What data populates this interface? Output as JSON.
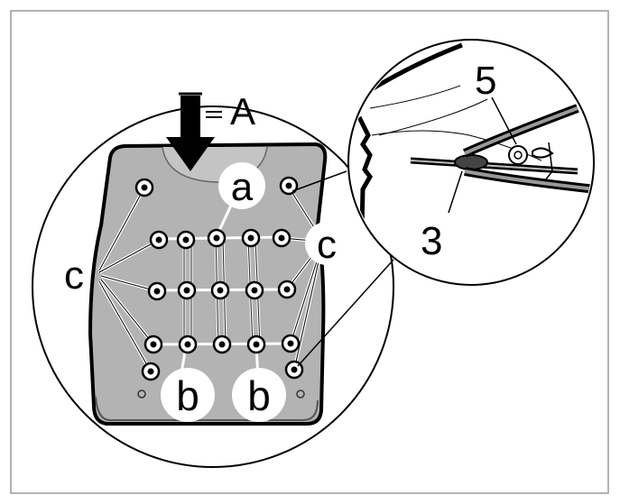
{
  "figure": {
    "view_label": "A",
    "labels": {
      "a": "a",
      "b1": "b",
      "b2": "b",
      "c_left": "c",
      "c_right": "c",
      "part_5": "5",
      "part_3": "3"
    },
    "colors": {
      "panel_fill": "#b3b3b3",
      "outline": "#000000",
      "label_bubble": "#ffffff",
      "frame": "#9a9a9a"
    }
  }
}
